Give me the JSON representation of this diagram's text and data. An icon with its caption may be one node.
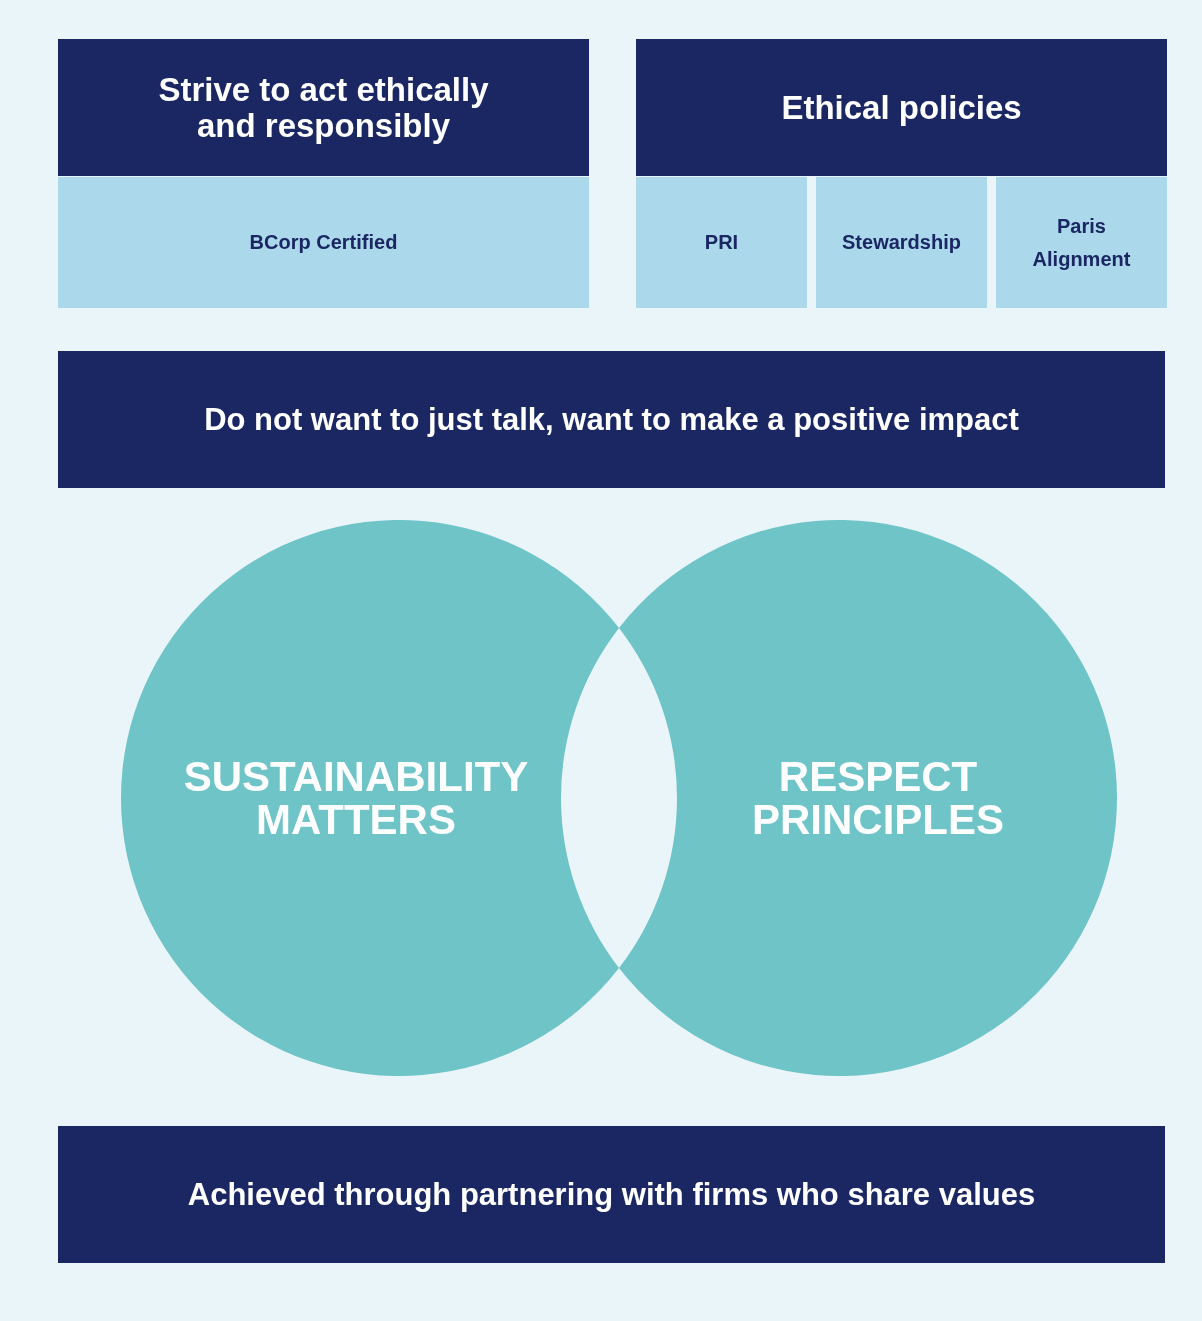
{
  "diagram": {
    "nodes": [
      {
        "text": [
          "Strive to act ethically and responsibly"
        ]
      },
      {
        "text": [
          "BCorp Certified"
        ]
      },
      {
        "text": [
          "Ethical policies"
        ]
      },
      {
        "text": [
          "PRI"
        ]
      },
      {
        "text": [
          "Stewardship"
        ]
      },
      {
        "text": [
          "Paris Alignment"
        ]
      },
      {
        "text": [
          "Do not want to just talk, want to make a positive impact"
        ]
      },
      {
        "text": [
          "SUSTAINABILITY MATTERS"
        ]
      },
      {
        "text": [
          "RESPECT PRINCIPLES"
        ]
      },
      {
        "text": [
          "Achieved through partnering with firms who share values"
        ]
      }
    ]
  }
}
